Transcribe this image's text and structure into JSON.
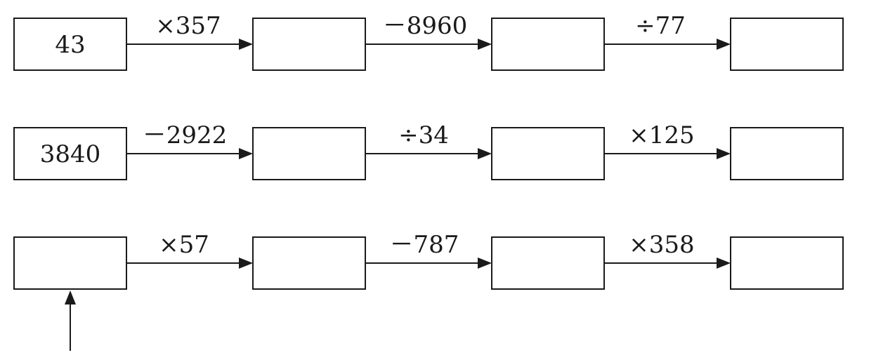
{
  "rows": [
    {
      "start": "43",
      "steps": [
        {
          "op": "×357",
          "result": ""
        },
        {
          "op": "－8960",
          "result": ""
        },
        {
          "op": "÷77",
          "result": ""
        }
      ]
    },
    {
      "start": "3840",
      "steps": [
        {
          "op": "－2922",
          "result": ""
        },
        {
          "op": "÷34",
          "result": ""
        },
        {
          "op": "×125",
          "result": ""
        }
      ]
    },
    {
      "start": "",
      "steps": [
        {
          "op": "×57",
          "result": ""
        },
        {
          "op": "－787",
          "result": ""
        },
        {
          "op": "×358",
          "result": ""
        }
      ]
    }
  ],
  "colors": {
    "ink": "#1a1a1a",
    "background": "#ffffff"
  }
}
